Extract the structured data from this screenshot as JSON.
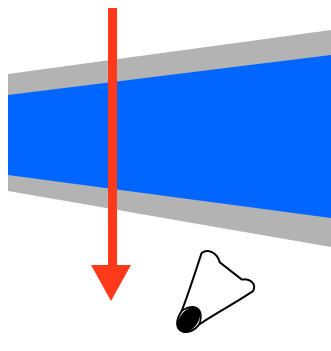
{
  "diagram": {
    "elements": [
      {
        "id": "outer-band",
        "shape": "tapered-band",
        "color": "#b3b3b3"
      },
      {
        "id": "inner-band",
        "shape": "tapered-band",
        "color": "#0066ff"
      },
      {
        "id": "down-arrow",
        "shape": "arrow",
        "direction": "down",
        "color": "#ff3a1a"
      },
      {
        "id": "observer-eye",
        "icon": "eye-with-viewing-cone-icon",
        "stroke": "#000000",
        "pupil": "#000000"
      }
    ]
  }
}
